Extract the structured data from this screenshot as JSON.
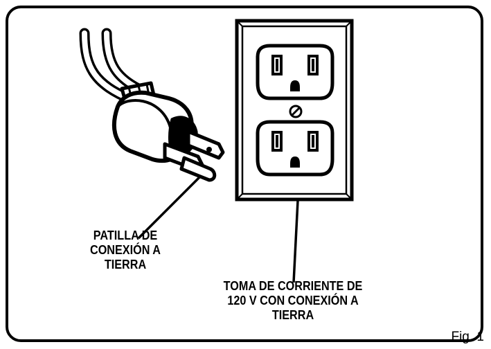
{
  "labels": {
    "ground_pin": [
      "PATILLA DE",
      "CONEXIÓN A",
      "TIERRA"
    ],
    "outlet": [
      "TOMA DE CORRIENTE DE",
      "120 V CON CONEXIÓN A",
      "TIERRA"
    ]
  },
  "figure_number": "Fig. 1",
  "colors": {
    "ink": "#000000",
    "background": "#ffffff"
  },
  "icons": [
    "power-plug-icon",
    "wall-outlet-icon"
  ]
}
